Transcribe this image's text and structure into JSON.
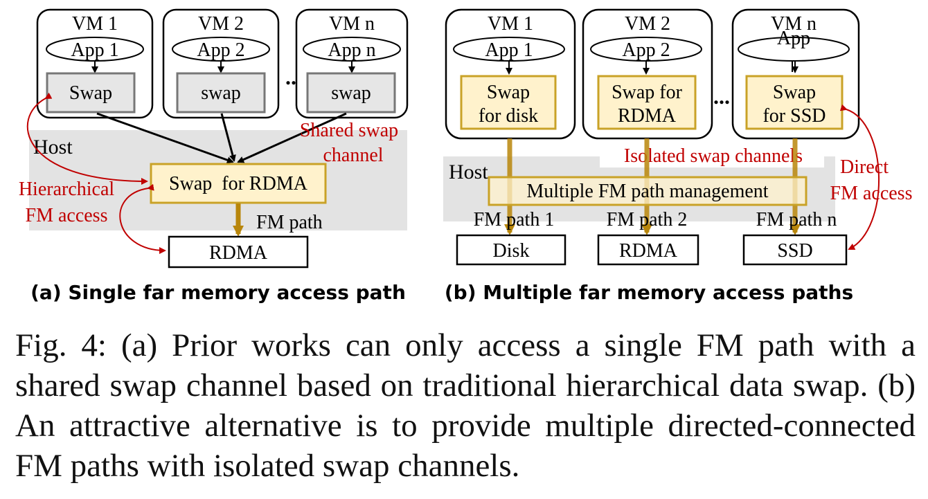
{
  "panel_a": {
    "vms": [
      {
        "vm": "VM 1",
        "app": "App 1",
        "swap": "Swap"
      },
      {
        "vm": "VM 2",
        "app": "App 2",
        "swap": "swap"
      },
      {
        "vm": "VM n",
        "app": "App n",
        "swap": "swap"
      }
    ],
    "ellipsis": "...",
    "host": "Host",
    "shared_line1": "Shared swap",
    "shared_line2": "channel",
    "swap_rdma": "Swap  for RDMA",
    "hier_line1": "Hierarchical",
    "hier_line2": "FM access",
    "fm_path": "FM path",
    "rdma": "RDMA",
    "caption": "(a) Single far memory access path"
  },
  "panel_b": {
    "vms": [
      {
        "vm": "VM 1",
        "app": "App 1",
        "swap1": "Swap",
        "swap2": "for disk"
      },
      {
        "vm": "VM 2",
        "app": "App 2",
        "swap1": "Swap for",
        "swap2": "RDMA"
      },
      {
        "vm": "VM n",
        "app": "App",
        "swap1": "Swap",
        "swap2": "for SSD"
      }
    ],
    "ellipsis": "...",
    "isolated": "Isolated swap channels",
    "host": "Host",
    "mgmt": "Multiple FM path management",
    "direct_line1": "Direct",
    "direct_line2": "FM access",
    "paths": [
      "FM path 1",
      "FM path 2",
      "FM path n"
    ],
    "devices": [
      "Disk",
      "RDMA",
      "SSD"
    ],
    "caption": "(b) Multiple far memory access paths"
  },
  "figure_caption": "Fig. 4: (a) Prior works can only access a single FM path with a shared swap channel based on traditional hierarchical data swap. (b) An attractive alternative is to provide multiple directed-connected FM paths with isolated swap channels.",
  "colors": {
    "host_bg": "#e3e3e3",
    "swap_grey": "#e6e6e6",
    "swap_yellow_fill": "#fff2cc",
    "swap_yellow_border": "#c9a227",
    "path_gold": "#b8860b",
    "annotation_red": "#c00000"
  }
}
